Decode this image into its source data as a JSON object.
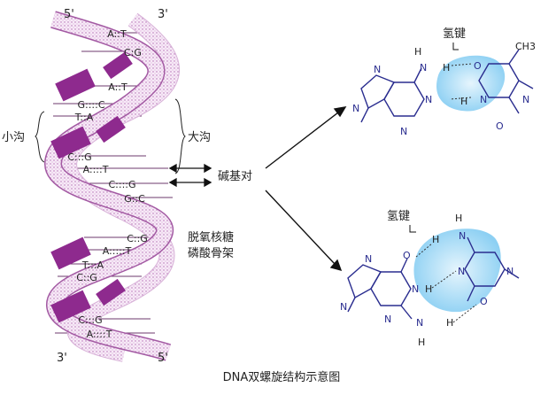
{
  "helix": {
    "top_left_end": "5'",
    "top_right_end": "3'",
    "bottom_left_end": "3'",
    "bottom_right_end": "5'",
    "base_pairs": [
      "A::T",
      "C:G",
      "A::T",
      "G::::C",
      "T::A",
      "C:::G",
      "A::::T",
      "C::::G",
      "G::C",
      "C::G",
      "A:::::T",
      "T:::A",
      "C::G",
      "C:::G",
      "A::::T"
    ]
  },
  "labels": {
    "minor_groove": "小沟",
    "major_groove": "大沟",
    "base_pair": "碱基对",
    "backbone_line1": "脱氧核糖",
    "backbone_line2": "磷酸骨架",
    "caption": "DNA双螺旋结构示意图"
  },
  "top_molecule": {
    "hbond_label": "氢键",
    "methyl": "CH3",
    "atom_n": "N",
    "atom_h": "H",
    "atom_o": "O"
  },
  "bottom_molecule": {
    "hbond_label": "氢键",
    "atom_n": "N",
    "atom_h": "H",
    "atom_o": "O"
  },
  "colors": {
    "strand": "#8e2a8e",
    "strand_light": "#f4e4f4",
    "molecule": "#2a2d8f",
    "hbond_cloud": "#9ed6f5"
  }
}
